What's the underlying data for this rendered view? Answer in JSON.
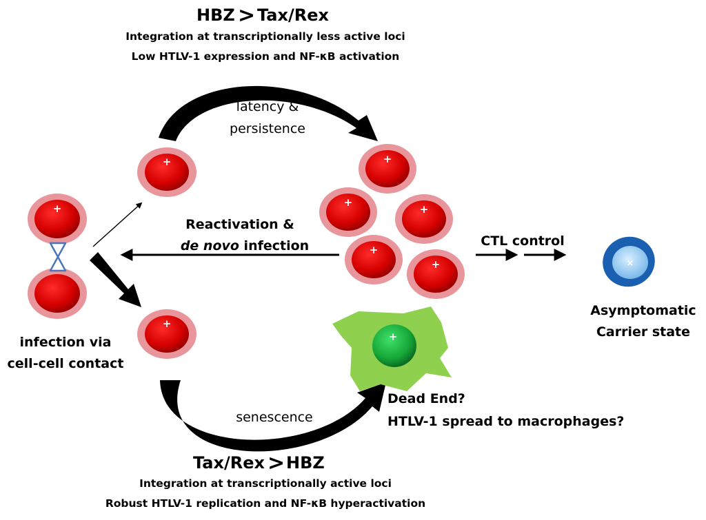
{
  "top": {
    "heading_left": "HBZ",
    "heading_symbol": ">",
    "heading_right": "Tax/Rex",
    "line1": "Integration at transcriptionally less active loci",
    "line2": "Low HTLV-1 expression and NF-κB activation"
  },
  "bottom": {
    "heading_left": "Tax/Rex",
    "heading_symbol": ">",
    "heading_right": "HBZ",
    "line1": "Integration at transcriptionally active loci",
    "line2": "Robust HTLV-1 replication and NF-κB hyperactivation"
  },
  "labels": {
    "latency_1": "latency &",
    "latency_2": "persistence",
    "reactivation_1": "Reactivation &",
    "reactivation_2a": "de novo",
    "reactivation_2b": " infection",
    "ctl": "CTL control",
    "senescence": "senescence",
    "infection_1": "infection via",
    "infection_2": "cell-cell contact",
    "carrier_1": "Asymptomatic",
    "carrier_2": "Carrier state",
    "dead_end": "Dead End?",
    "macrophages": "HTLV-1 spread to macrophages?"
  },
  "glyphs": {
    "plus": "+",
    "x": "×"
  },
  "colors": {
    "cell_red": "#d40000",
    "cell_ring": "#e8969b",
    "macrophage": "#8fd14f",
    "green_cell": "#1faa3a",
    "carrier_outer": "#1a5fb0",
    "carrier_inner": "#9fd0f5",
    "synapse": "#4a76b8"
  }
}
